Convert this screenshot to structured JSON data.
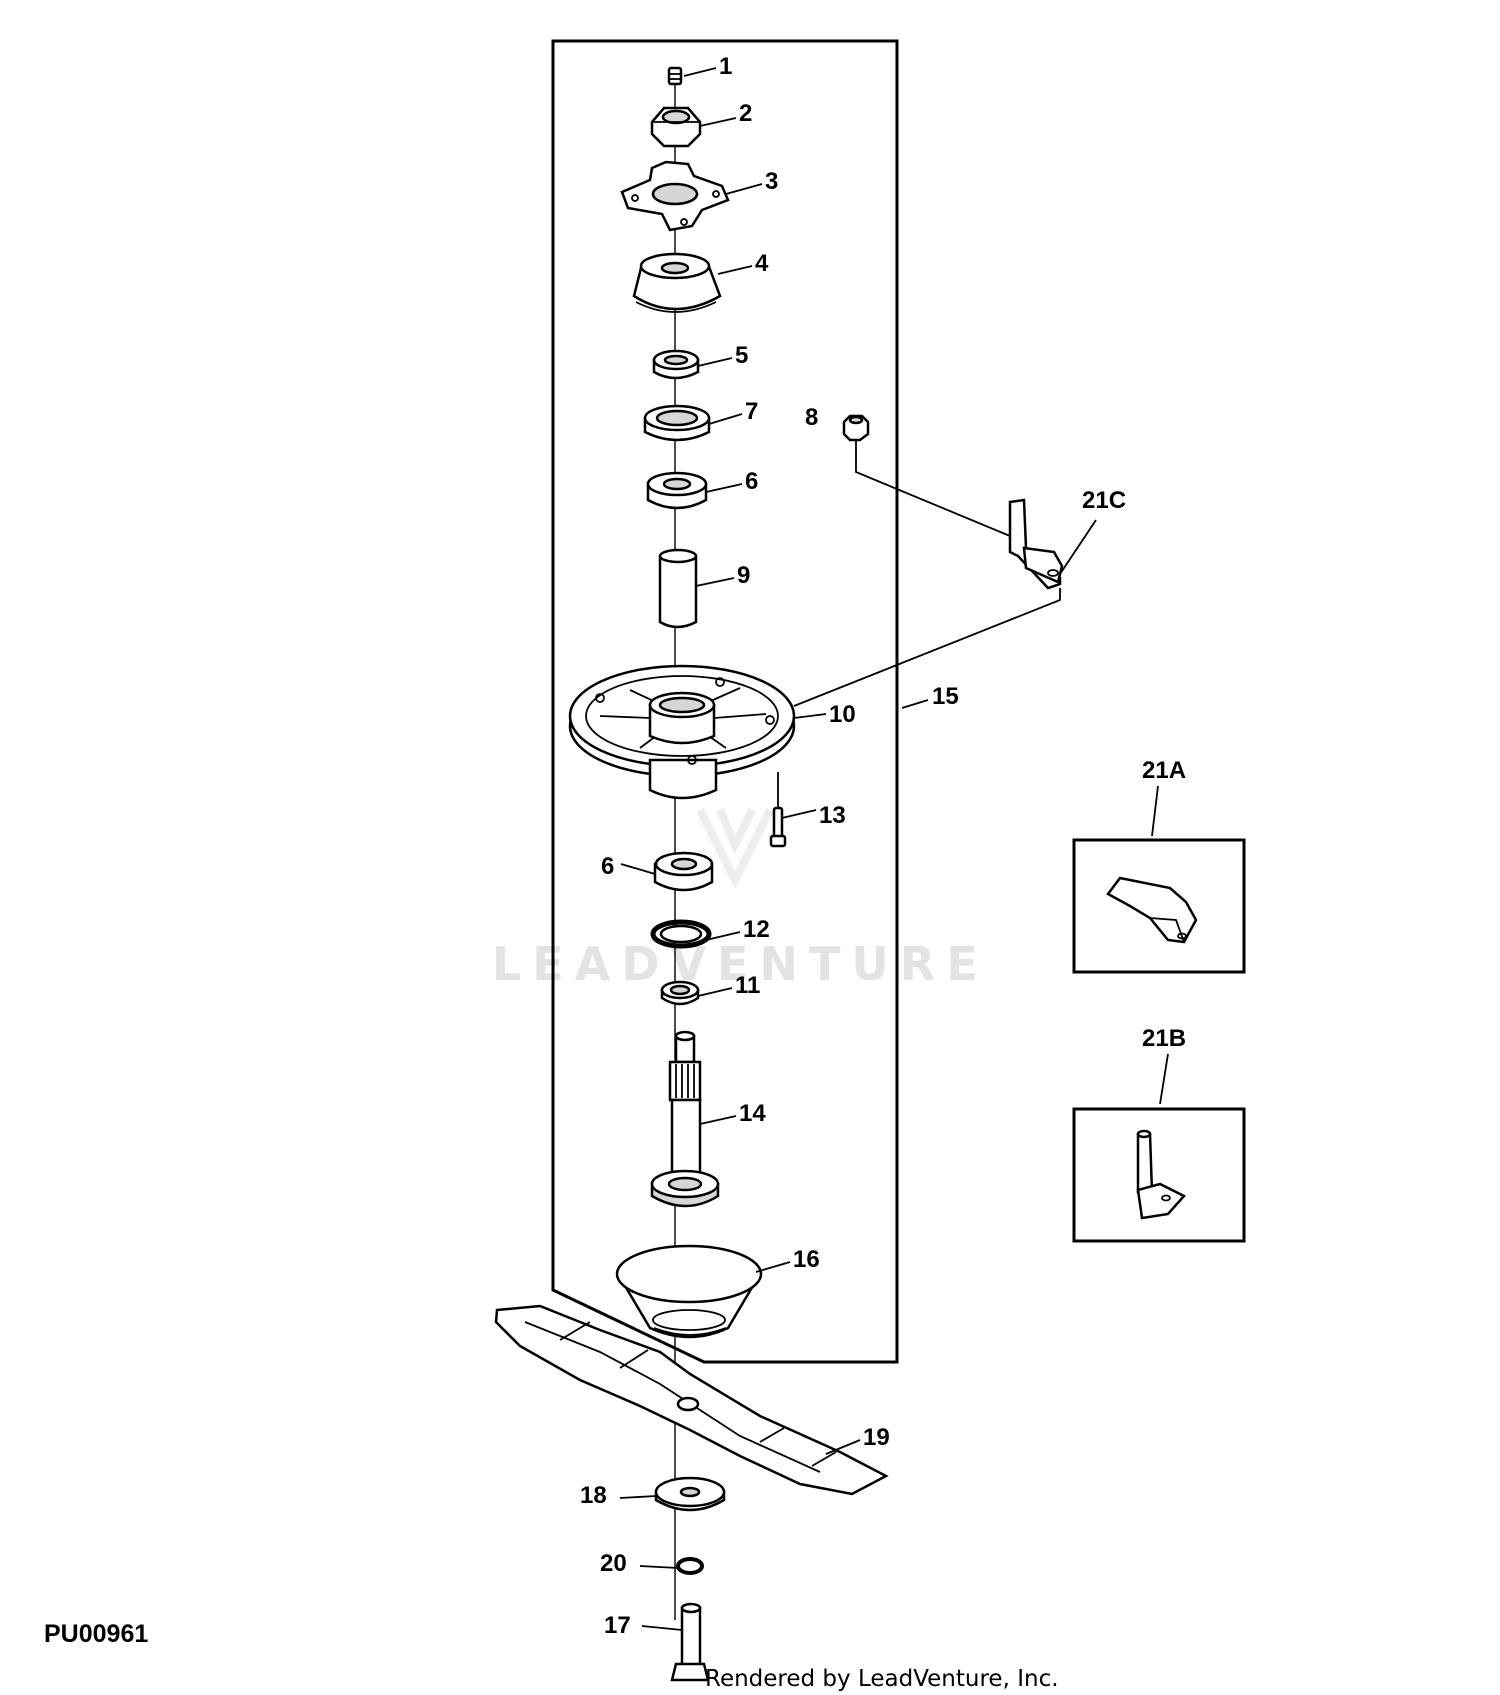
{
  "diagram": {
    "drawing_code": "PU00961",
    "footer": "Rendered by LeadVenture, Inc.",
    "watermark": "LEADVENTURE",
    "callouts": [
      "1",
      "2",
      "3",
      "4",
      "5",
      "7",
      "8",
      "6",
      "21C",
      "9",
      "15",
      "10",
      "21A",
      "13",
      "6",
      "12",
      "11",
      "21B",
      "14",
      "16",
      "19",
      "18",
      "20",
      "17"
    ]
  }
}
